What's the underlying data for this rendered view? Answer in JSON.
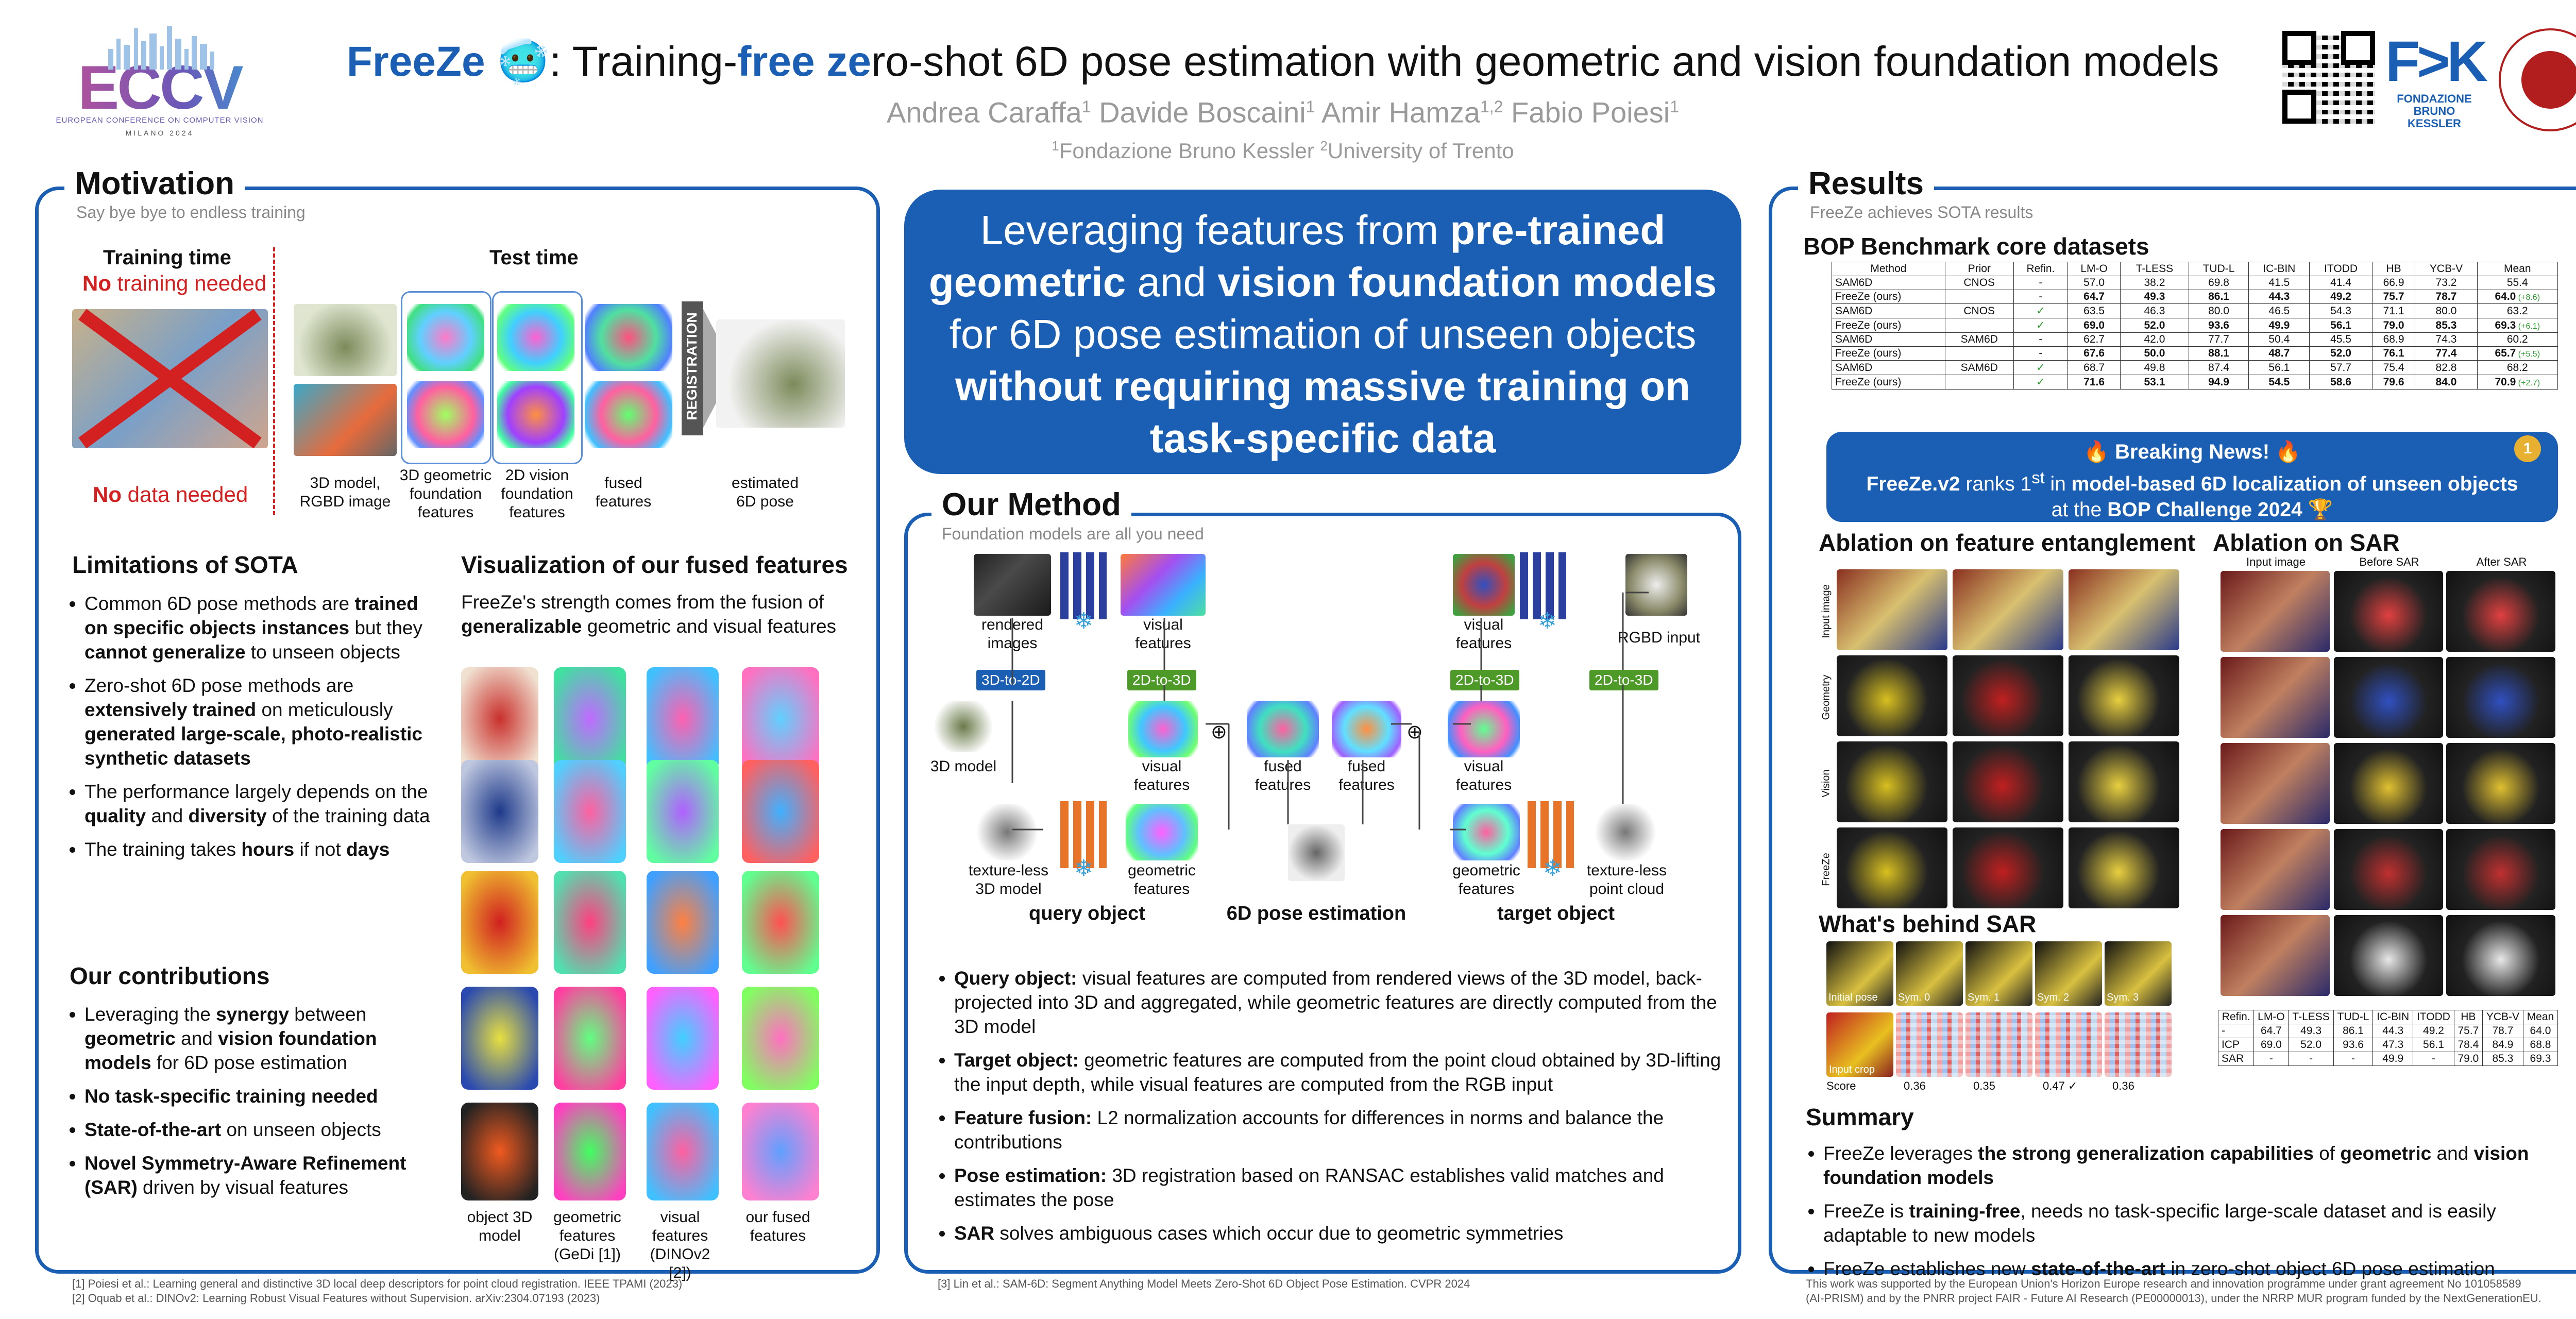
{
  "header": {
    "title_part1": "FreeZe",
    "title_emoji": "🥶",
    "title_part2": ": Training-",
    "title_free": "free",
    "title_space": " ",
    "title_ze": "ze",
    "title_part3": "ro-shot 6D pose estimation with geometric and vision foundation models",
    "authors": [
      {
        "name": "Andrea Caraffa",
        "sup": "1"
      },
      {
        "name": "Davide Boscaini",
        "sup": "1"
      },
      {
        "name": "Amir Hamza",
        "sup": "1,2"
      },
      {
        "name": "Fabio Poiesi",
        "sup": "1"
      }
    ],
    "affiliations": [
      {
        "sup": "1",
        "name": "Fondazione Bruno Kessler"
      },
      {
        "sup": "2",
        "name": "University of Trento"
      }
    ]
  },
  "logos": {
    "eccv": "ECCV",
    "eccv_sub": "EUROPEAN CONFERENCE ON COMPUTER VISION",
    "eccv_city": "MILANO 2024",
    "fbk_name": "FONDAZIONE BRUNO KESSLER"
  },
  "motivation": {
    "title": "Motivation",
    "subtitle": "Say bye bye to endless training",
    "training_time": "Training time",
    "no": "No",
    "training_needed": " training needed",
    "no_data_no": "No",
    "no_data_rest": " data needed",
    "test_time": "Test time",
    "registration": "REGISTRATION",
    "captions": [
      "3D model, RGBD image",
      "3D geometric foundation features",
      "2D vision foundation features",
      "fused features",
      "estimated 6D pose"
    ],
    "limitations_title": "Limitations of SOTA",
    "limitations": [
      [
        {
          "t": "Common 6D pose methods are "
        },
        {
          "b": "trained on specific objects instances"
        },
        {
          "t": " but they "
        },
        {
          "b": "cannot generalize"
        },
        {
          "t": " to unseen objects"
        }
      ],
      [
        {
          "t": "Zero-shot 6D pose methods are "
        },
        {
          "b": "extensively trained"
        },
        {
          "t": " on meticulously "
        },
        {
          "b": "generated large-scale, photo-realistic synthetic datasets"
        }
      ],
      [
        {
          "t": "The performance largely depends on the "
        },
        {
          "b": "quality"
        },
        {
          "t": " and "
        },
        {
          "b": "diversity"
        },
        {
          "t": " of the training data"
        }
      ],
      [
        {
          "t": "The training takes "
        },
        {
          "b": "hours"
        },
        {
          "t": " if not "
        },
        {
          "b": "days"
        }
      ]
    ],
    "contrib_title": "Our contributions",
    "contributions": [
      [
        {
          "t": "Leveraging the "
        },
        {
          "b": "synergy"
        },
        {
          "t": " between "
        },
        {
          "b": "geometric"
        },
        {
          "t": " and "
        },
        {
          "b": "vision foundation models"
        },
        {
          "t": " for 6D pose estimation"
        }
      ],
      [
        {
          "b": "No task-specific training needed"
        }
      ],
      [
        {
          "b": "State-of-the-art"
        },
        {
          "t": " on unseen objects"
        }
      ],
      [
        {
          "b": "Novel Symmetry-Aware Refinement (SAR)"
        },
        {
          "t": " driven by visual features"
        }
      ]
    ],
    "viz_title": "Visualization of our fused features",
    "viz_text_1": "FreeZe's strength comes from the fusion of ",
    "viz_text_b1": "generalizable",
    "viz_text_2": " geometric and visual features",
    "viz_captions": [
      "object 3D model",
      "geometric features (GeDi [1])",
      "visual features (DINOv2 [2])",
      "our fused features"
    ]
  },
  "hero": {
    "p1": "Leveraging features from ",
    "b1": "pre-trained geometric",
    "p2": " and ",
    "b2": "vision foundation models",
    "p3": " for 6D pose estimation of unseen objects ",
    "b3": "without requiring massive training on task-specific data"
  },
  "method": {
    "title": "Our Method",
    "subtitle": "Foundation models are all you need",
    "labels": {
      "rendered_images": "rendered images",
      "visual_features": "visual features",
      "tag_3d_to_2d": "3D-to-2D",
      "tag_2d_to_3d": "2D-to-3D",
      "model_3d": "3D model",
      "textureless_model": "texture-less 3D model",
      "geometric_features": "geometric features",
      "fused_features": "fused features",
      "rgbd_input": "RGBD input",
      "textureless_pc": "texture-less point cloud",
      "query_object": "query object",
      "pose_estimation": "6D pose estimation",
      "target_object": "target object"
    },
    "bullets": [
      [
        {
          "b": "Query object:"
        },
        {
          "t": " visual features are computed from rendered views of the 3D model, back-projected into 3D and aggregated, while geometric features are directly computed from the 3D model"
        }
      ],
      [
        {
          "b": "Target object:"
        },
        {
          "t": " geometric features are computed from the point cloud obtained by 3D-lifting the input depth, while visual features are computed from the RGB input"
        }
      ],
      [
        {
          "b": "Feature fusion:"
        },
        {
          "t": " L2 normalization accounts for differences in norms and balance the contributions"
        }
      ],
      [
        {
          "b": "Pose estimation:"
        },
        {
          "t": " 3D registration based on RANSAC establishes valid matches and estimates the pose"
        }
      ],
      [
        {
          "b": "SAR"
        },
        {
          "t": " solves ambiguous cases which occur due to geometric symmetries"
        }
      ]
    ]
  },
  "results": {
    "title": "Results",
    "subtitle": "FreeZe achieves SOTA results",
    "bop_title": "BOP Benchmark core datasets",
    "bop_header": [
      "Method",
      "Prior",
      "Refin.",
      "LM-O",
      "T-LESS",
      "TUD-L",
      "IC-BIN",
      "ITODD",
      "HB",
      "YCB-V",
      "Mean"
    ],
    "bop_rows": [
      [
        "SAM6D",
        "CNOS",
        "-",
        "57.0",
        "38.2",
        "69.8",
        "41.5",
        "41.4",
        "66.9",
        "73.2",
        "55.4"
      ],
      [
        "FreeZe (ours)",
        "",
        "-",
        "64.7",
        "49.3",
        "86.1",
        "44.3",
        "49.2",
        "75.7",
        "78.7",
        "64.0 (+8.6)"
      ],
      [
        "SAM6D",
        "CNOS",
        "✓",
        "63.5",
        "46.3",
        "80.0",
        "46.5",
        "54.3",
        "71.1",
        "80.0",
        "63.2"
      ],
      [
        "FreeZe (ours)",
        "",
        "✓",
        "69.0",
        "52.0",
        "93.6",
        "49.9",
        "56.1",
        "79.0",
        "85.3",
        "69.3 (+6.1)"
      ],
      [
        "SAM6D",
        "SAM6D",
        "-",
        "62.7",
        "42.0",
        "77.7",
        "50.4",
        "45.5",
        "68.9",
        "74.3",
        "60.2"
      ],
      [
        "FreeZe (ours)",
        "",
        "-",
        "67.6",
        "50.0",
        "88.1",
        "48.7",
        "52.0",
        "76.1",
        "77.4",
        "65.7 (+5.5)"
      ],
      [
        "SAM6D",
        "SAM6D",
        "✓",
        "68.7",
        "49.8",
        "87.4",
        "56.1",
        "57.7",
        "75.4",
        "82.8",
        "68.2"
      ],
      [
        "FreeZe (ours)",
        "",
        "✓",
        "71.6",
        "53.1",
        "94.9",
        "54.5",
        "58.6",
        "79.6",
        "84.0",
        "70.9 (+2.7)"
      ]
    ],
    "news_title": "🔥 Breaking News! 🔥",
    "news_1": "FreeZe.v2",
    "news_2": " ranks 1",
    "news_sup": "st",
    "news_3": " in ",
    "news_b": "model-based 6D localization of unseen objects",
    "news_4": " at the ",
    "news_b2": "BOP Challenge 2024",
    "news_trophy": "🏆",
    "ablation_fe_title": "Ablation on feature entanglement",
    "ablation_fe_rows": [
      "Input image",
      "Geometry",
      "Vision",
      "FreeZe"
    ],
    "ablation_sar_title": "Ablation on SAR",
    "ablation_sar_cols": [
      "Input image",
      "Before SAR",
      "After SAR"
    ],
    "behind_title": "What's behind SAR",
    "behind_labels": [
      "Initial pose",
      "Sym. 0",
      "Sym. 1",
      "Sym. 2",
      "Sym. 3"
    ],
    "input_crop": "Input crop",
    "score_label": "Score",
    "scores": [
      "0.36",
      "0.35",
      "0.47 ✓",
      "0.36"
    ],
    "sar_header": [
      "Refin.",
      "LM-O",
      "T-LESS",
      "TUD-L",
      "IC-BIN",
      "ITODD",
      "HB",
      "YCB-V",
      "Mean"
    ],
    "sar_rows": [
      [
        "-",
        "64.7",
        "49.3",
        "86.1",
        "44.3",
        "49.2",
        "75.7",
        "78.7",
        "64.0"
      ],
      [
        "ICP",
        "69.0",
        "52.0",
        "93.6",
        "47.3",
        "56.1",
        "78.4",
        "84.9",
        "68.8"
      ],
      [
        "SAR",
        "-",
        "-",
        "-",
        "49.9",
        "-",
        "79.0",
        "85.3",
        "69.3"
      ]
    ],
    "summary_title": "Summary",
    "summary": [
      [
        {
          "t": "FreeZe leverages "
        },
        {
          "b": "the strong generalization capabilities"
        },
        {
          "t": " of "
        },
        {
          "b": "geometric"
        },
        {
          "t": " and "
        },
        {
          "b": "vision foundation models"
        }
      ],
      [
        {
          "t": "FreeZe is "
        },
        {
          "b": "training-free"
        },
        {
          "t": ", needs no task-specific large-scale dataset and is easily adaptable to new models"
        }
      ],
      [
        {
          "t": "FreeZe establishes new "
        },
        {
          "b": "state-of-the-art"
        },
        {
          "t": " in zero-shot object 6D pose estimation"
        }
      ]
    ]
  },
  "footer": {
    "ref1": "[1] Poiesi et al.: Learning general and distinctive 3D local deep descriptors for point cloud registration. IEEE TPAMI (2023)",
    "ref2": "[2] Oquab et al.: DINOv2: Learning Robust Visual Features without Supervision. arXiv:2304.07193 (2023)",
    "ref3": "[3] Lin et al.: SAM-6D: Segment Anything Model Meets Zero-Shot 6D Object Pose Estimation. CVPR 2024",
    "funding1": "This work was supported by the European Union's Horizon Europe research and innovation programme under grant agreement No 101058589",
    "funding2": "(AI-PRISM) and by the PNRR project FAIR - Future AI Research (PE00000013), under the NRRP MUR program funded by the NextGenerationEU."
  }
}
